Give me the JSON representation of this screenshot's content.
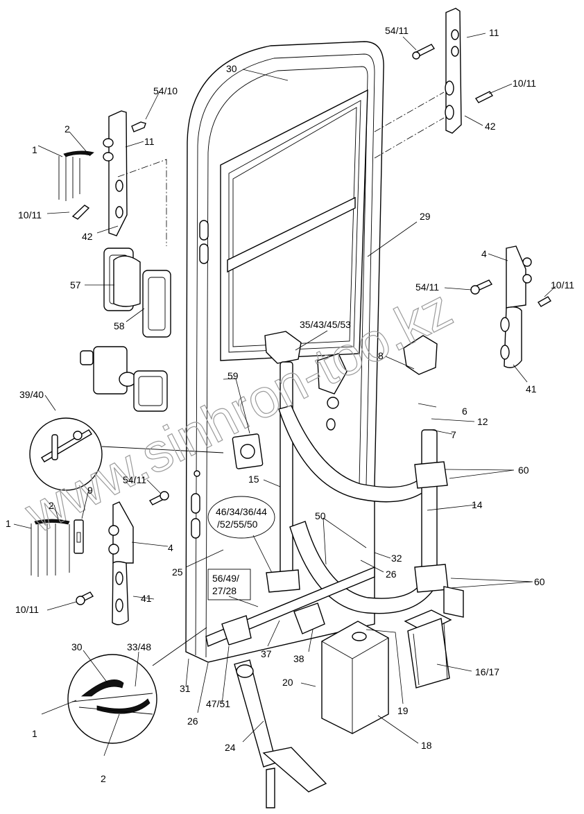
{
  "diagram": {
    "title": "Door assembly exploded parts view",
    "watermark": "www.sinhron-too.kz",
    "callouts": [
      {
        "id": "c30top",
        "label": "30",
        "part": "door-frame"
      },
      {
        "id": "c5410a",
        "label": "54/10",
        "part": "screw"
      },
      {
        "id": "c2a",
        "label": "2",
        "part": "seal-strip"
      },
      {
        "id": "c1a",
        "label": "1",
        "part": "seal-profile"
      },
      {
        "id": "c11a",
        "label": "11",
        "part": "hinge-plate-upper-left"
      },
      {
        "id": "c1011a",
        "label": "10/11",
        "part": "screw"
      },
      {
        "id": "c42a",
        "label": "42",
        "part": "hinge-bracket-left"
      },
      {
        "id": "c5411a",
        "label": "54/11",
        "part": "screw"
      },
      {
        "id": "c11b",
        "label": "11",
        "part": "hinge-plate-upper-right"
      },
      {
        "id": "c1011b",
        "label": "10/11",
        "part": "screw"
      },
      {
        "id": "c42b",
        "label": "42",
        "part": "hinge-bracket-right"
      },
      {
        "id": "c29",
        "label": "29",
        "part": "window"
      },
      {
        "id": "c57",
        "label": "57",
        "part": "handle"
      },
      {
        "id": "c58",
        "label": "58",
        "part": "handle-gasket"
      },
      {
        "id": "c4a",
        "label": "4",
        "part": "hinge-plate-lower-right"
      },
      {
        "id": "c5411b",
        "label": "54/11",
        "part": "screw"
      },
      {
        "id": "c1011c",
        "label": "10/11",
        "part": "screw"
      },
      {
        "id": "c41a",
        "label": "41",
        "part": "hinge-bracket-lower-right"
      },
      {
        "id": "c35",
        "label": "35/43/45/53",
        "part": "upper-bracket"
      },
      {
        "id": "c8",
        "label": "8",
        "part": "bearing-housing"
      },
      {
        "id": "c6",
        "label": "6",
        "part": "bearing-plate"
      },
      {
        "id": "c12",
        "label": "12",
        "part": "bushing"
      },
      {
        "id": "c7",
        "label": "7",
        "part": "pin"
      },
      {
        "id": "c59",
        "label": "59",
        "part": "lock-plate"
      },
      {
        "id": "c3940",
        "label": "39/40",
        "part": "lock-mechanism-detail"
      },
      {
        "id": "c60a",
        "label": "60",
        "part": "arm-clamp-upper"
      },
      {
        "id": "c15",
        "label": "15",
        "part": "rod"
      },
      {
        "id": "c14",
        "label": "14",
        "part": "drive-shaft"
      },
      {
        "id": "c9",
        "label": "9",
        "part": "latch-plate"
      },
      {
        "id": "c2b",
        "label": "2",
        "part": "seal-strip"
      },
      {
        "id": "c1b",
        "label": "1",
        "part": "seal-profile"
      },
      {
        "id": "c5411c",
        "label": "54/11",
        "part": "screw"
      },
      {
        "id": "c46",
        "label": "46/34/36/44\n/52/55/50",
        "part": "fastener-group"
      },
      {
        "id": "c50",
        "label": "50",
        "part": "rivet"
      },
      {
        "id": "c32",
        "label": "32",
        "part": "strip"
      },
      {
        "id": "c4b",
        "label": "4",
        "part": "hinge-plate-lower-left"
      },
      {
        "id": "c25",
        "label": "25",
        "part": "door-panel"
      },
      {
        "id": "c26a",
        "label": "26",
        "part": "lower-rail"
      },
      {
        "id": "c60b",
        "label": "60",
        "part": "arm-clamp-lower"
      },
      {
        "id": "c41b",
        "label": "41",
        "part": "hinge-bracket-lower-left"
      },
      {
        "id": "c1011d",
        "label": "10/11",
        "part": "screw"
      },
      {
        "id": "c56",
        "label": "56/49/\n27/28",
        "part": "fastener-group"
      },
      {
        "id": "c30b",
        "label": "30",
        "part": "profile-detail"
      },
      {
        "id": "c3348",
        "label": "33/48",
        "part": "profile-detail"
      },
      {
        "id": "c37",
        "label": "37",
        "part": "lower-bearing"
      },
      {
        "id": "c38",
        "label": "38",
        "part": "stop-block"
      },
      {
        "id": "c1617",
        "label": "16/17",
        "part": "pneumatic-cylinder"
      },
      {
        "id": "c20",
        "label": "20",
        "part": "cover-screw"
      },
      {
        "id": "c19",
        "label": "19",
        "part": "cover-cap"
      },
      {
        "id": "c31",
        "label": "31",
        "part": "door-edge"
      },
      {
        "id": "c4751",
        "label": "47/51",
        "part": "lever-bracket"
      },
      {
        "id": "c1c",
        "label": "1",
        "part": "seal-profile"
      },
      {
        "id": "c26b",
        "label": "26",
        "part": "lower-rail"
      },
      {
        "id": "c24",
        "label": "24",
        "part": "link-rod"
      },
      {
        "id": "c18",
        "label": "18",
        "part": "cylinder-cover"
      },
      {
        "id": "c2c",
        "label": "2",
        "part": "seal-strip"
      }
    ]
  }
}
